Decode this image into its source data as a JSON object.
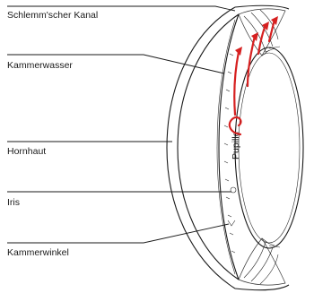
{
  "labels": {
    "schlemm": "Schlemm'scher Kanal",
    "kammerwasser": "Kammerwasser",
    "hornhaut": "Hornhaut",
    "iris": "Iris",
    "kammerwinkel": "Kammerwinkel",
    "pupille": "Pupille"
  },
  "colors": {
    "flow_arrows": "#d62020",
    "lines": "#1a1a1a"
  }
}
